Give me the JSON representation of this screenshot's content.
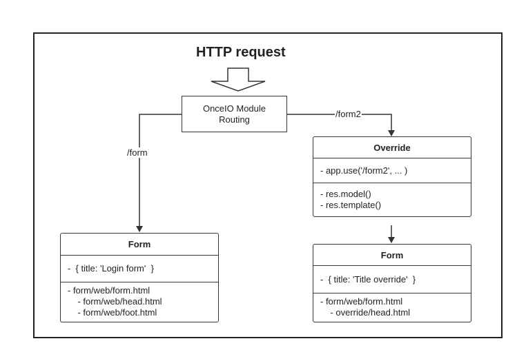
{
  "title": "HTTP request",
  "routing": {
    "line1": "OnceIO Module",
    "line2": "Routing"
  },
  "edges": {
    "left_label": "/form",
    "right_label": "/form2"
  },
  "override_box": {
    "title": "Override",
    "attributes": [
      "- app.use('/form2', ... )"
    ],
    "methods": [
      "- res.model()",
      "- res.template()"
    ]
  },
  "form_left": {
    "title": "Form",
    "attributes": [
      "-  { title: 'Login form'  }"
    ],
    "methods": [
      "- form/web/form.html",
      "    - form/web/head.html",
      "    - form/web/foot.html"
    ]
  },
  "form_right": {
    "title": "Form",
    "attributes": [
      "-  { title: 'Title override'  }"
    ],
    "methods": [
      "- form/web/form.html",
      "    - override/head.html"
    ]
  }
}
